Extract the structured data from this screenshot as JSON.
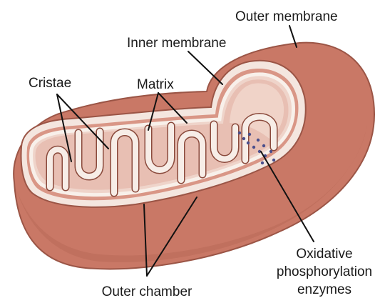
{
  "diagram": {
    "labels": {
      "outer_membrane": "Outer membrane",
      "inner_membrane": "Inner membrane",
      "cristae": "Cristae",
      "matrix": "Matrix",
      "oxidative_line1": "Oxidative",
      "oxidative_line2": "phosphorylation",
      "oxidative_line3": "enzymes",
      "outer_chamber": "Outer chamber"
    },
    "colors": {
      "outer_body": "#c97866",
      "outer_dark": "#a8594a",
      "membrane": "#f6ece6",
      "membrane_edge": "#8a4a3c",
      "matrix": "#e8bfb3",
      "matrix_light": "#f0d3c8",
      "enzyme_dots": "#4a4f8c"
    }
  }
}
